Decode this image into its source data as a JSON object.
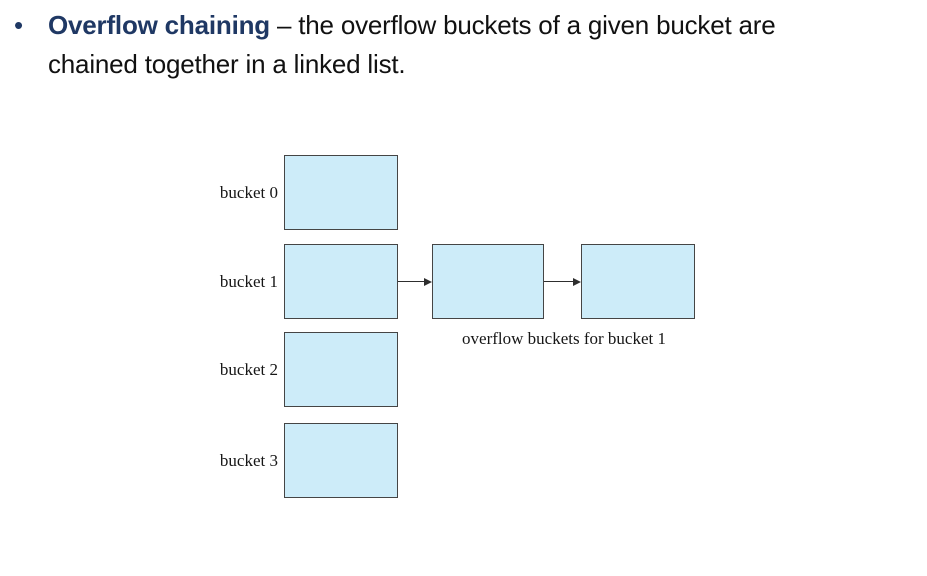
{
  "slide": {
    "bullet": {
      "marker": "•",
      "term": "Overflow chaining",
      "line1_rest": " – the overflow buckets of a given bucket are",
      "line2": "chained together in a linked list."
    }
  },
  "diagram": {
    "bucket_labels": [
      "bucket 0",
      "bucket 1",
      "bucket 2",
      "bucket 3"
    ],
    "overflow_chain_owner": "bucket 1",
    "overflow_boxes_count": 2,
    "caption": "overflow buckets for bucket 1"
  },
  "colors": {
    "term-navy": "#1f3864",
    "body-text": "#111111",
    "box-fill": "#cdecf9",
    "box-border": "#454545",
    "arrow": "#2e2e2e"
  }
}
